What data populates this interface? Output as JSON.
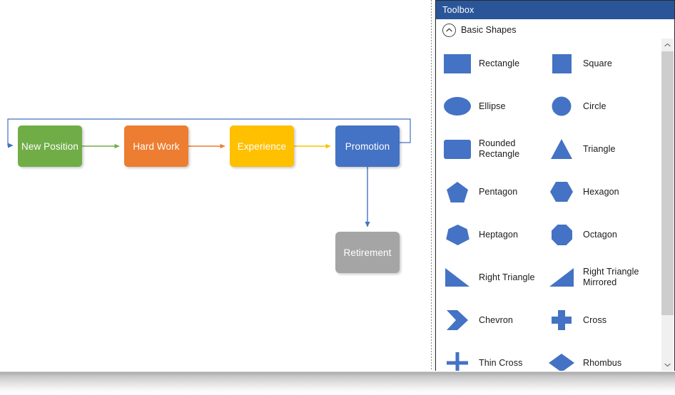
{
  "canvas": {
    "name": "diagram-canvas",
    "nodes": [
      {
        "id": "new-position",
        "label": "New Position",
        "color": "#70ad47",
        "text_color": "#ffffff"
      },
      {
        "id": "hard-work",
        "label": "Hard Work",
        "color": "#ed7d31",
        "text_color": "#ffffff"
      },
      {
        "id": "experience",
        "label": "Experience",
        "color": "#ffc000",
        "text_color": "#ffffff"
      },
      {
        "id": "promotion",
        "label": "Promotion",
        "color": "#4472c4",
        "text_color": "#ffffff"
      },
      {
        "id": "retirement",
        "label": "Retirement",
        "color": "#a5a5a5",
        "text_color": "#ffffff"
      }
    ],
    "connectors": [
      {
        "from": "new-position",
        "to": "hard-work",
        "color": "#70ad47"
      },
      {
        "from": "hard-work",
        "to": "experience",
        "color": "#ed7d31"
      },
      {
        "from": "experience",
        "to": "promotion",
        "color": "#ffc000"
      },
      {
        "from": "promotion",
        "to": "retirement",
        "color": "#4472c4"
      },
      {
        "from": "promotion",
        "to": "new-position",
        "color": "#4472c4"
      }
    ]
  },
  "toolbox": {
    "title": "Toolbox",
    "group": {
      "label": "Basic Shapes",
      "collapse_icon": "chevron-up-circle-icon",
      "expanded": true
    },
    "shape_color": "#4472c4",
    "shapes": [
      {
        "name": "rectangle",
        "label": "Rectangle",
        "icon": "rectangle-icon"
      },
      {
        "name": "square",
        "label": "Square",
        "icon": "square-icon"
      },
      {
        "name": "ellipse",
        "label": "Ellipse",
        "icon": "ellipse-icon"
      },
      {
        "name": "circle",
        "label": "Circle",
        "icon": "circle-icon"
      },
      {
        "name": "rounded-rectangle",
        "label": "Rounded Rectangle",
        "icon": "rounded-rectangle-icon"
      },
      {
        "name": "triangle",
        "label": "Triangle",
        "icon": "triangle-icon"
      },
      {
        "name": "pentagon",
        "label": "Pentagon",
        "icon": "pentagon-icon"
      },
      {
        "name": "hexagon",
        "label": "Hexagon",
        "icon": "hexagon-icon"
      },
      {
        "name": "heptagon",
        "label": "Heptagon",
        "icon": "heptagon-icon"
      },
      {
        "name": "octagon",
        "label": "Octagon",
        "icon": "octagon-icon"
      },
      {
        "name": "right-triangle",
        "label": "Right Triangle",
        "icon": "right-triangle-icon"
      },
      {
        "name": "right-triangle-mirrored",
        "label": "Right Triangle Mirrored",
        "icon": "right-triangle-mirrored-icon"
      },
      {
        "name": "chevron",
        "label": "Chevron",
        "icon": "chevron-icon"
      },
      {
        "name": "cross",
        "label": "Cross",
        "icon": "cross-icon"
      },
      {
        "name": "thin-cross",
        "label": "Thin Cross",
        "icon": "thin-cross-icon"
      },
      {
        "name": "rhombus",
        "label": "Rhombus",
        "icon": "rhombus-icon"
      }
    ],
    "scrollbar": {
      "up_icon": "chevron-up-icon",
      "down_icon": "chevron-down-icon"
    }
  }
}
